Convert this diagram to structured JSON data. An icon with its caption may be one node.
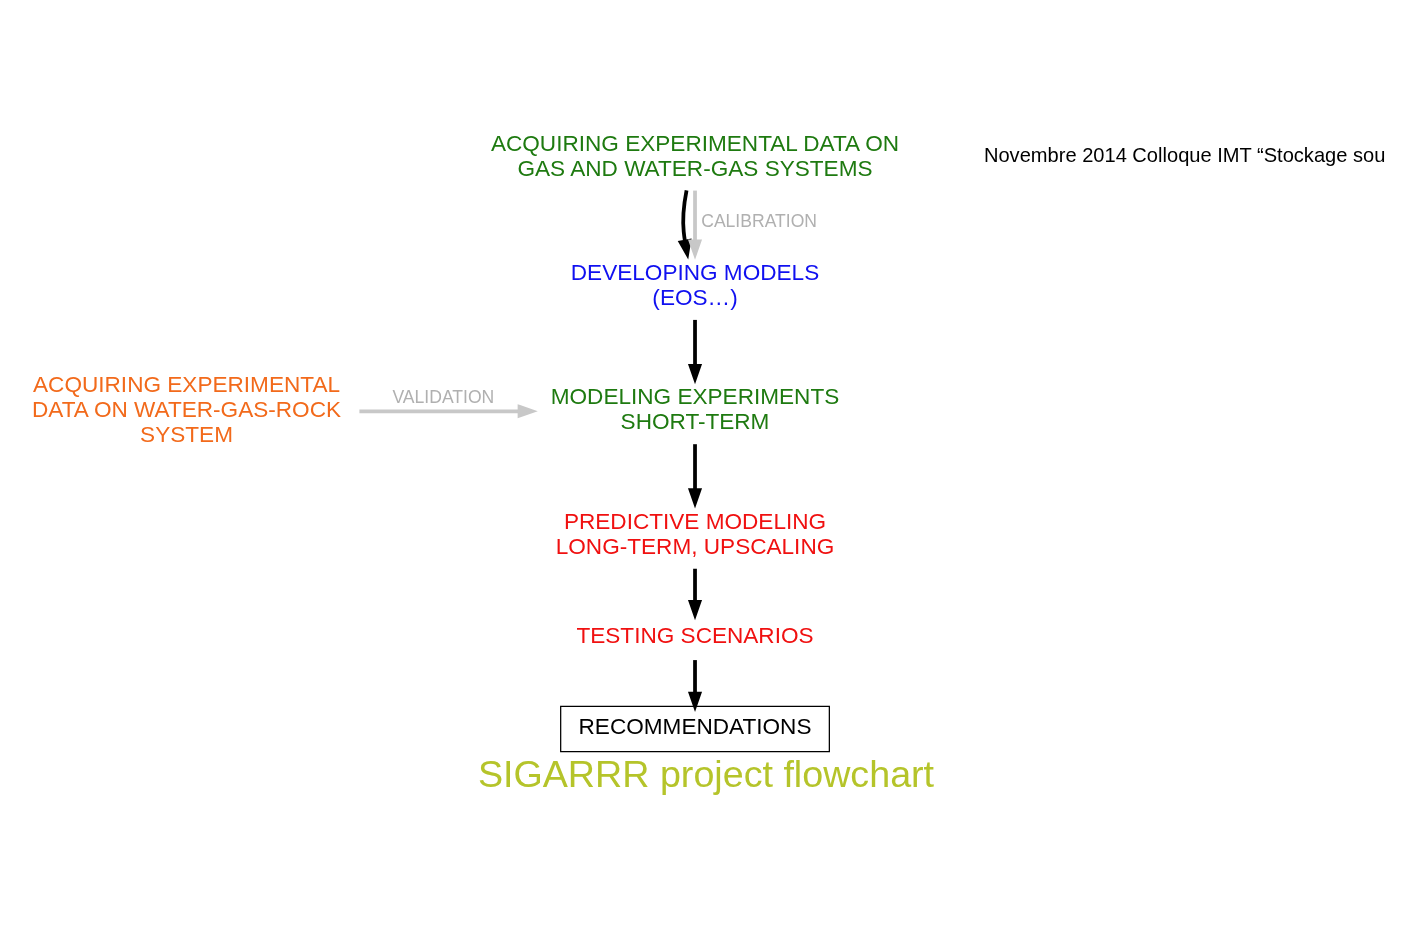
{
  "diagram": {
    "caption": "SIGARRR project flowchart",
    "nodes": [
      {
        "text": [
          "ACQUIRING EXPERIMENTAL DATA ON GAS AND WATER-GAS SYSTEMS"
        ]
      },
      {
        "text": [
          "DEVELOPING MODELS (EOS…)"
        ]
      },
      {
        "text": [
          "MODELING EXPERIMENTS SHORT-TERM"
        ]
      },
      {
        "text": [
          "ACQUIRING EXPERIMENTAL DATA ON WATER-GAS-ROCK SYSTEM"
        ]
      },
      {
        "text": [
          "PREDICTIVE MODELING LONG-TERM, UPSCALING"
        ]
      },
      {
        "text": [
          "TESTING SCENARIOS"
        ]
      },
      {
        "text": [
          "RECOMMENDATIONS"
        ]
      }
    ],
    "edges": [
      {
        "from": 0,
        "to": 1,
        "arrow": "to"
      },
      {
        "from": 0,
        "to": 1,
        "arrow": "to",
        "label": "CALIBRATION",
        "color": "#c8c8c8"
      },
      {
        "from": 1,
        "to": 2,
        "arrow": "to"
      },
      {
        "from": 3,
        "to": 2,
        "arrow": "to",
        "label": "VALIDATION",
        "color": "#c8c8c8"
      },
      {
        "from": 2,
        "to": 4,
        "arrow": "to"
      },
      {
        "from": 4,
        "to": 5,
        "arrow": "to"
      },
      {
        "from": 5,
        "to": 6,
        "arrow": "to"
      }
    ],
    "labels": [
      "Novembre 2014 Colloque IMT “Stockage sou"
    ]
  }
}
